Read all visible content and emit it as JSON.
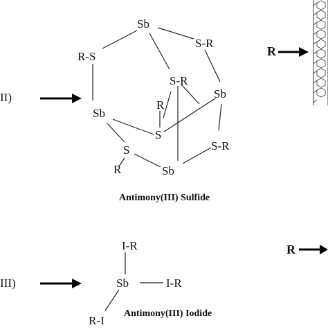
{
  "sulfide": {
    "atoms": {
      "sb_top": "Sb",
      "s_left": "R-S",
      "s_top_right": "S-R",
      "s_mid": "S-R",
      "sb_right": "Sb",
      "sb_left": "Sb",
      "r_center": "R",
      "s_center": "S",
      "s_right_lower": "S-R",
      "s_bottom_left": "S",
      "r_bottom_left": "R",
      "sb_bottom": "Sb"
    },
    "caption": "Antimony(III) Sulfide"
  },
  "iodide": {
    "atoms": {
      "i_top": "I-R",
      "sb_center": "Sb",
      "i_right": "I-R",
      "i_bottom_left": "R-I"
    },
    "caption": "Antimony(III) Iodide"
  },
  "left_fragments": {
    "top": "II)",
    "bottom": "III)"
  },
  "right_labels": {
    "top": "R",
    "bottom": "R"
  }
}
